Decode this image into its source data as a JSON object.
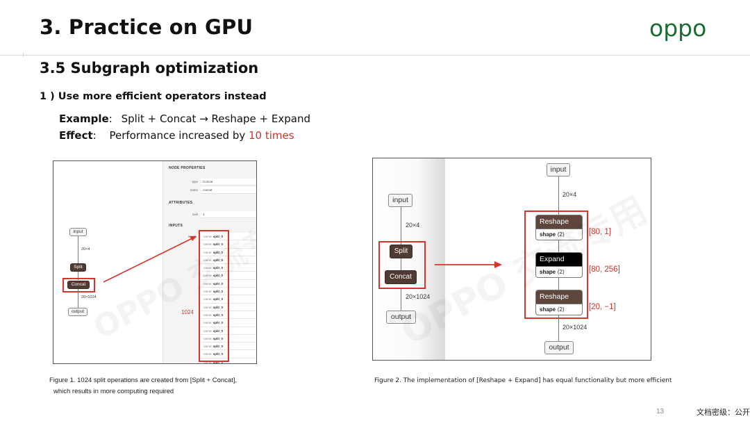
{
  "header": {
    "title": "3. Practice on GPU",
    "logo_text": "oppo",
    "logo_color": "#1c6b32"
  },
  "section": {
    "title": "3.5 Subgraph optimization",
    "subtitle": "1 ) Use more efficient operators instead",
    "example_label": "Example",
    "example_text": "Split + Concat → Reshape + Expand",
    "effect_label": "Effect",
    "effect_text": "Performance increased by ",
    "effect_highlight": "10 times",
    "highlight_color": "#d0342c"
  },
  "figure1": {
    "graph": {
      "input": "input",
      "edge1": "20×4",
      "split": "Split",
      "concat": "Concat",
      "edge2": "20×1024",
      "output": "output"
    },
    "properties": {
      "node_properties_heading": "NODE PROPERTIES",
      "type_key": "type",
      "type_value": "Concat",
      "name_key": "name",
      "name_value": "concat",
      "attributes_heading": "ATTRIBUTES",
      "axis_key": "axis",
      "axis_value": "1",
      "inputs_heading": "INPUTS",
      "inputs_key": "inputs",
      "input_item_prefix": "name: ",
      "input_item_value": "split_0",
      "count_label": "1024"
    },
    "caption_line1": "Figure 1.  1024 split operations are created from [Split + Concat],",
    "caption_line2": "which results in more computing required"
  },
  "figure2": {
    "before": {
      "input": "input",
      "edge1": "20×4",
      "split": "Split",
      "concat": "Concat",
      "edge2": "20×1024",
      "output": "output"
    },
    "after": {
      "input": "input",
      "edge1": "20×4",
      "ops": [
        {
          "name": "Reshape",
          "attr": "shape",
          "attr_val": "⟨2⟩",
          "shape": "[80, 1]",
          "color": "#5e463c"
        },
        {
          "name": "Expand",
          "attr": "shape",
          "attr_val": "⟨2⟩",
          "shape": "[80, 256]",
          "color": "#000000"
        },
        {
          "name": "Reshape",
          "attr": "shape",
          "attr_val": "⟨2⟩",
          "shape": "[20, −1]",
          "color": "#5e463c"
        }
      ],
      "edge2": "20×1024",
      "output": "output"
    },
    "caption": "Figure 2. The implementation of [Reshape + Expand] has equal functionality  but more efficient"
  },
  "watermark": "OPPO 交流专用",
  "footer": {
    "page_number": "13",
    "classification": "文档密级：公开"
  }
}
